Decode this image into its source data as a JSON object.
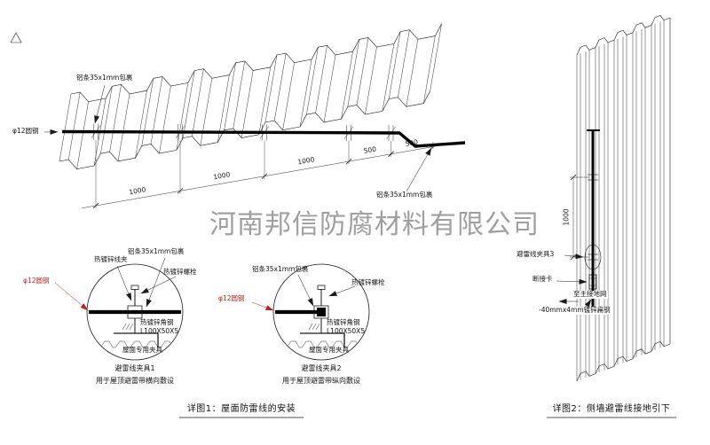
{
  "colors": {
    "line": "#1a1a1a",
    "accent_red": "#c42020",
    "watermark": "#8a8a8a"
  },
  "watermark": "河南邦信防腐材料有限公司",
  "roof_view": {
    "label_strip_top": "铝条35x1mm包裹",
    "label_round_steel": "φ12圆钢",
    "label_strip_right": "铝条35x1mm包裹",
    "dims": [
      "1000",
      "1000",
      "1000",
      "500",
      "500"
    ]
  },
  "detail1": {
    "title": "避雷线夹具1",
    "subtitle": "用于屋顶避雷带横向敷设",
    "label_wire_clamp": "热镀锌线夹",
    "label_strip": "铝条35x1mm包裹",
    "label_bolt": "热镀锌螺栓",
    "label_round_steel": "φ12圆钢",
    "label_angle_steel": "热镀锌角钢",
    "label_angle_size": "L100X50X5",
    "label_roof_clamp": "屋面专用夹具"
  },
  "detail2": {
    "title": "避雷线夹具2",
    "subtitle": "用于屋顶避雷带纵向敷设",
    "label_strip": "铝条35x1mm包裹",
    "label_bolt": "热镀锌螺栓",
    "label_round_steel": "φ12圆钢",
    "label_angle_steel": "热镀锌角钢",
    "label_angle_size": "L100X50X5",
    "label_roof_clamp": "屋面专用夹具"
  },
  "wall_view": {
    "label_clamp": "避雷线夹具3",
    "label_disconnect": "断接卡",
    "label_to_ground": "至主接地网",
    "label_flat_steel": "-40mmx4mm镀锌扁钢",
    "dim": "1000"
  },
  "captions": {
    "detail1": "详图1：屋面防雷线的安装",
    "detail2": "详图2：侧墙避雷线接地引下"
  }
}
